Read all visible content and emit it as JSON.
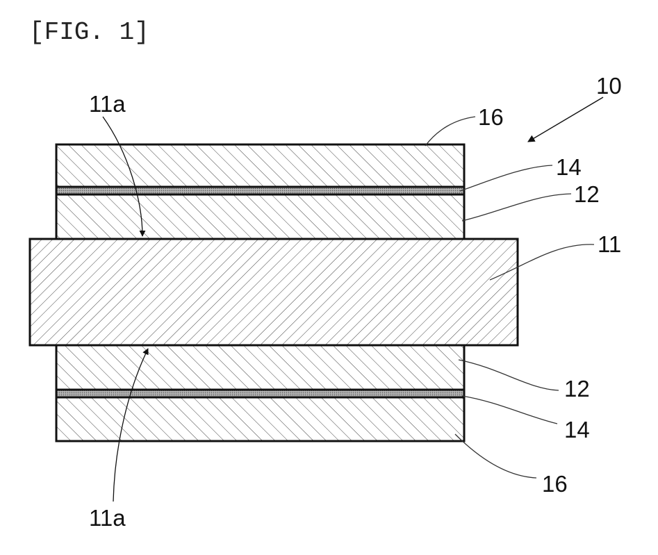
{
  "figure_label": "[FIG. 1]",
  "refs": {
    "assembly": "10",
    "core": "11",
    "core_surface_top": "11a",
    "core_surface_bottom": "11a",
    "layer12_top": "12",
    "layer12_bottom": "12",
    "layer14_top": "14",
    "layer14_bottom": "14",
    "layer16_top": "16",
    "layer16_bottom": "16"
  }
}
